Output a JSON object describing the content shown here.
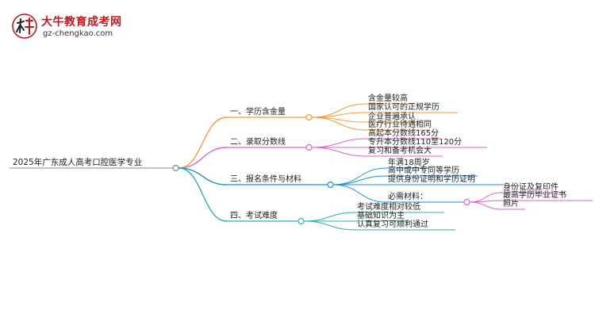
{
  "logo": {
    "title": "大牛教育成考网",
    "url": "gz-chengkao.com",
    "brand_color": "#c0191f"
  },
  "mindmap": {
    "root": "2025年广东成人高考口腔医学专业",
    "branches": [
      {
        "label": "一、学历含金量",
        "color": "#f39c32",
        "children": [
          {
            "label": "含金量较高"
          },
          {
            "label": "国家认可的正规学历"
          },
          {
            "label": "企业普遍承认"
          },
          {
            "label": "医疗行业待遇相同"
          }
        ]
      },
      {
        "label": "二、录取分数线",
        "color": "#d966c8",
        "children": [
          {
            "label": "高起本分数线165分"
          },
          {
            "label": "专升本分数线110至120分"
          },
          {
            "label": "复习和备考机会大"
          }
        ]
      },
      {
        "label": "三、报名条件与材料",
        "color": "#1f8fd6",
        "children": [
          {
            "label": "年满18周岁"
          },
          {
            "label": "高中或中专同等学历"
          },
          {
            "label": "提供身份证明和学历证明"
          },
          {
            "label": "必需材料：",
            "color": "#d966c8",
            "children": [
              {
                "label": "身份证及复印件"
              },
              {
                "label": "最高学历毕业证书"
              },
              {
                "label": "照片"
              }
            ]
          }
        ]
      },
      {
        "label": "四、考试难度",
        "color": "#2bb3a8",
        "children": [
          {
            "label": "考试难度相对较低"
          },
          {
            "label": "基础知识为主"
          },
          {
            "label": "认真复习可顺利通过"
          }
        ]
      }
    ]
  }
}
